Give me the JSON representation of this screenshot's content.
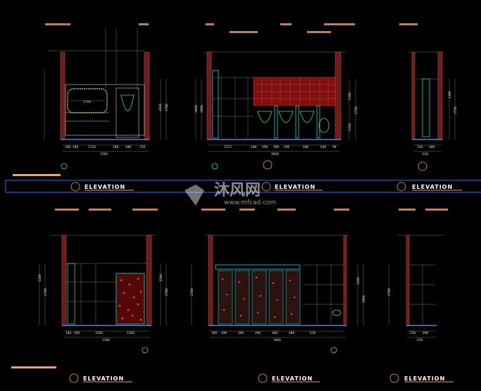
{
  "drawing": {
    "elevation_titles": [
      "ELEVATION",
      "ELEVATION",
      "ELEVATION",
      "ELEVATION",
      "ELEVATION",
      "ELEVATION"
    ],
    "watermark": {
      "brand_cn": "沐风网",
      "url": "www.mfcad.com"
    },
    "top_left": {
      "dims_bottom": [
        "100",
        "400",
        "1720",
        "100",
        "630",
        "400",
        "150"
      ],
      "dim_total": "3500",
      "dims_right": [
        "2930",
        "2700"
      ],
      "mirror_dim": "1720"
    },
    "top_center": {
      "dims_bottom": [
        "1215",
        "100",
        "490",
        "400",
        "490",
        "600",
        "640",
        "90"
      ],
      "dim_total": "3840",
      "dims_left": [
        "3000",
        "2800"
      ],
      "dims_right": [
        "1300",
        "2760",
        "1350"
      ]
    },
    "top_right": {
      "dims_bottom": [
        "250",
        "400"
      ],
      "dim_total": "650",
      "dims_right": [
        "1300",
        "2750"
      ]
    },
    "bottom_left": {
      "dims_bottom": [
        "100",
        "400",
        "1500",
        "1300"
      ],
      "dim_total": "3300",
      "dims_left": [
        "1200",
        "2700"
      ],
      "dims_right": [
        "1200",
        "2700"
      ]
    },
    "bottom_center": {
      "dims_bottom": [
        "100",
        "490",
        "480",
        "480",
        "480",
        "480",
        "480",
        "630"
      ],
      "dim_total": "3000",
      "dims_left": [
        "2700"
      ],
      "dims_right": [
        "1200",
        "2900"
      ]
    },
    "bottom_right": {
      "dims_bottom": [
        "250",
        "400"
      ],
      "dim_total": "650",
      "dims_left": [
        "2700"
      ]
    }
  }
}
